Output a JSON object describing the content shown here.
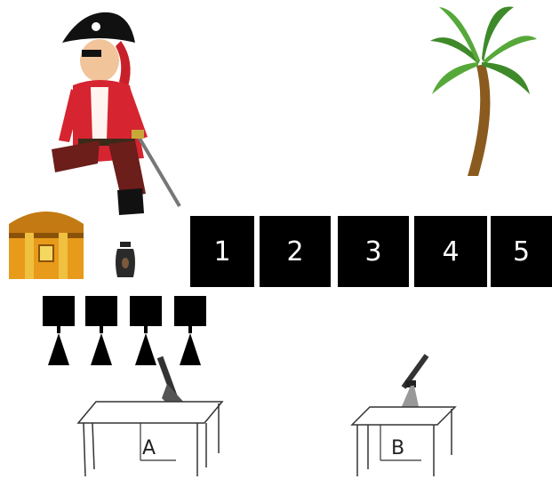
{
  "boxes": [
    "1",
    "2",
    "3",
    "4",
    "5"
  ],
  "tables": {
    "a": "A",
    "b": "B"
  }
}
